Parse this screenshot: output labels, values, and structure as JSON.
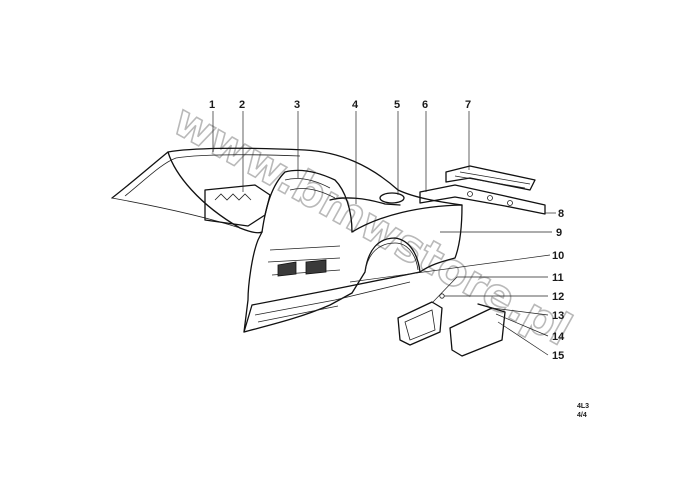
{
  "watermark": {
    "text": "www.bmwstore.pl"
  },
  "callouts": [
    "1",
    "2",
    "3",
    "4",
    "5",
    "6",
    "7",
    "8",
    "9",
    "10",
    "11",
    "12",
    "13",
    "14",
    "15"
  ],
  "drawing_code": {
    "line1": "4L3",
    "line2": "4/4"
  }
}
